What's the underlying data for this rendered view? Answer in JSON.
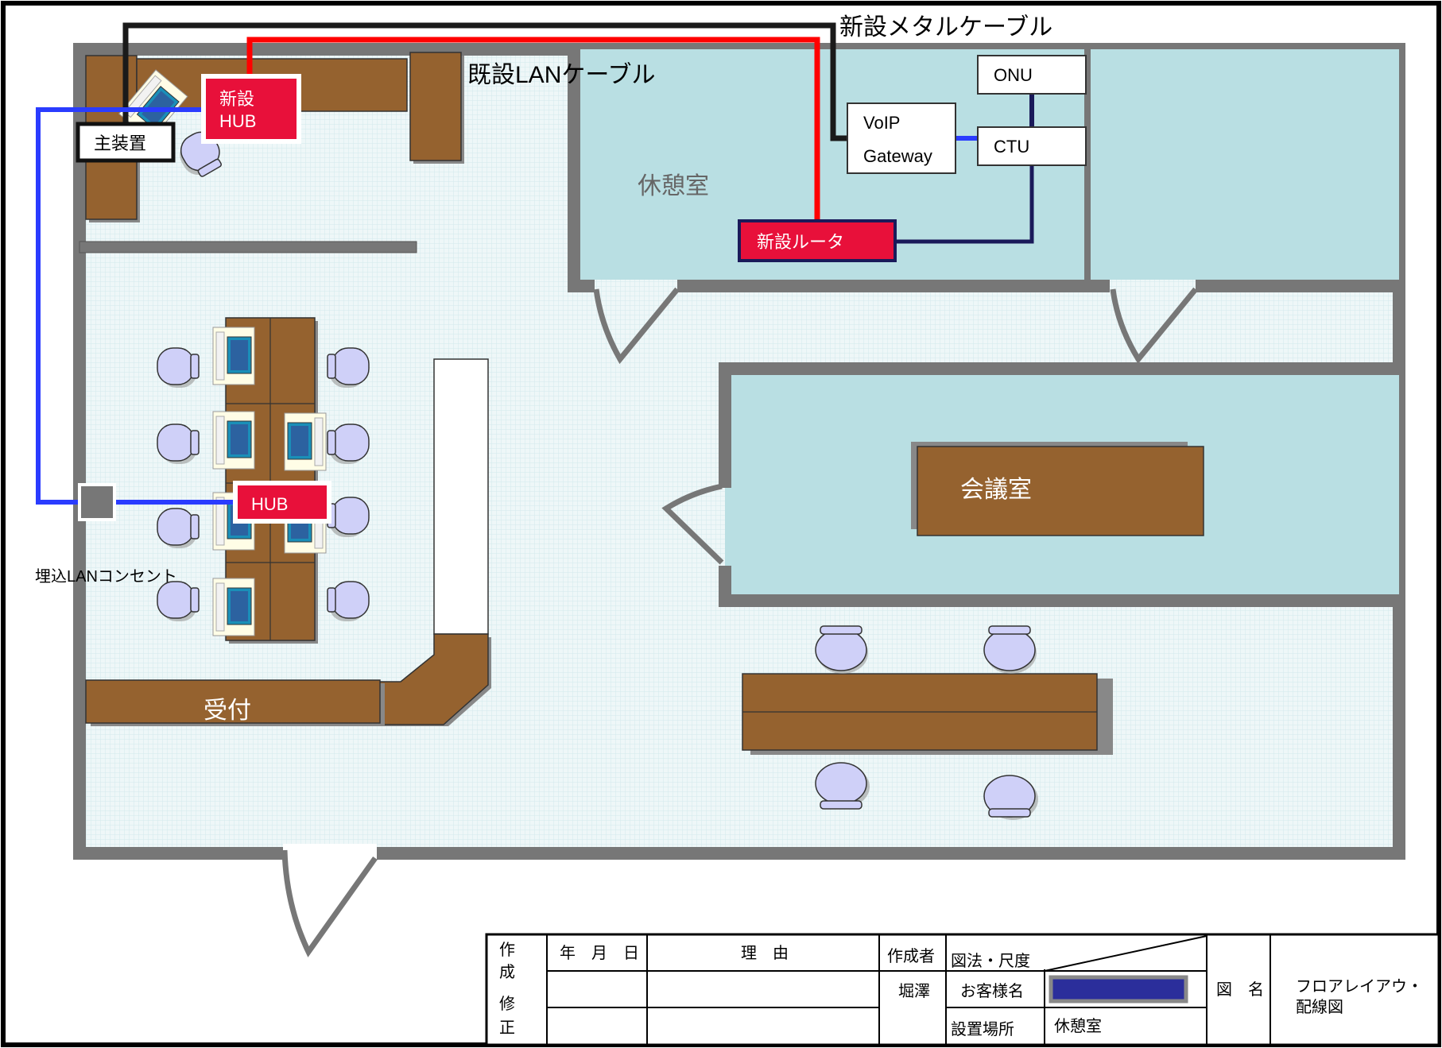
{
  "labels": {
    "new_metal_cable": "新設メタルケーブル",
    "existing_lan_cable": "既設LANケーブル",
    "onu": "ONU",
    "voip_line1": "VoIP",
    "voip_line2": "Gateway",
    "ctu": "CTU",
    "lounge": "休憩室",
    "new_router": "新設ルータ",
    "new_hub_line1": "新設",
    "new_hub_line2": "HUB",
    "main_unit": "主装置",
    "hub": "HUB",
    "embedded_lan_outlet": "埋込LANコンセント",
    "meeting_room": "会議室",
    "reception": "受付"
  },
  "title_block": {
    "col_sakusei": "作",
    "col_sei": "成",
    "col_shu": "修",
    "col_sei2": "正",
    "date_header": "年　月　日",
    "reason_header": "理　由",
    "author_header": "作成者",
    "scale_label": "図法・尺度",
    "author_name": "堀澤",
    "customer_label": "お客様名",
    "location_label": "設置場所",
    "location_value": "休憩室",
    "drawing_label": "図　名",
    "drawing_name_line1": "フロアレイアウ・",
    "drawing_name_line2": "配線図"
  },
  "colors": {
    "wall": "#777777",
    "floor": "#e9f4f6",
    "room": "#b9dfe3",
    "wood": "#95622f",
    "red_device": "#e8103a",
    "red_cable": "#ff0000",
    "black_cable": "#1a1a1a",
    "blue_cable": "#2a3cff",
    "navy_cable": "#1a1a5a",
    "chair": "#cfd0f8",
    "customer_bar": "#2b2e9b"
  }
}
